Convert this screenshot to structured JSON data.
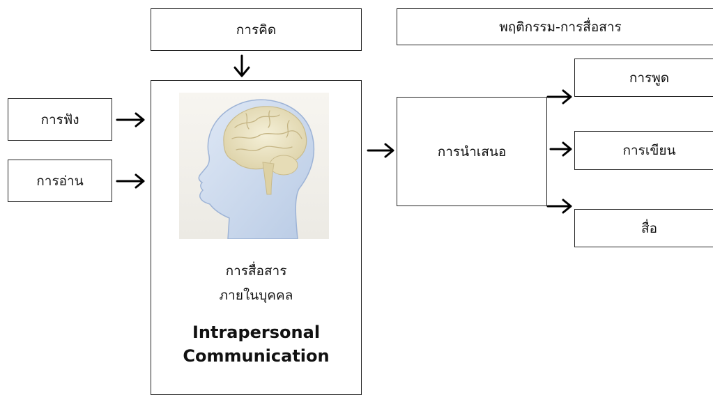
{
  "diagram": {
    "top_left_box": "การคิด",
    "top_right_box": "พฤติกรรม-การสื่อสาร",
    "inputs": [
      "การฟัง",
      "การอ่าน"
    ],
    "center": {
      "thai_line1": "การสื่อสาร",
      "thai_line2": "ภายในบุคคล",
      "english_line1": "Intrapersonal",
      "english_line2": "Communication",
      "illustration": "human-head-brain-icon"
    },
    "process": "การนำเสนอ",
    "outputs": [
      "การพูด",
      "การเขียน",
      "สื่อ"
    ]
  }
}
